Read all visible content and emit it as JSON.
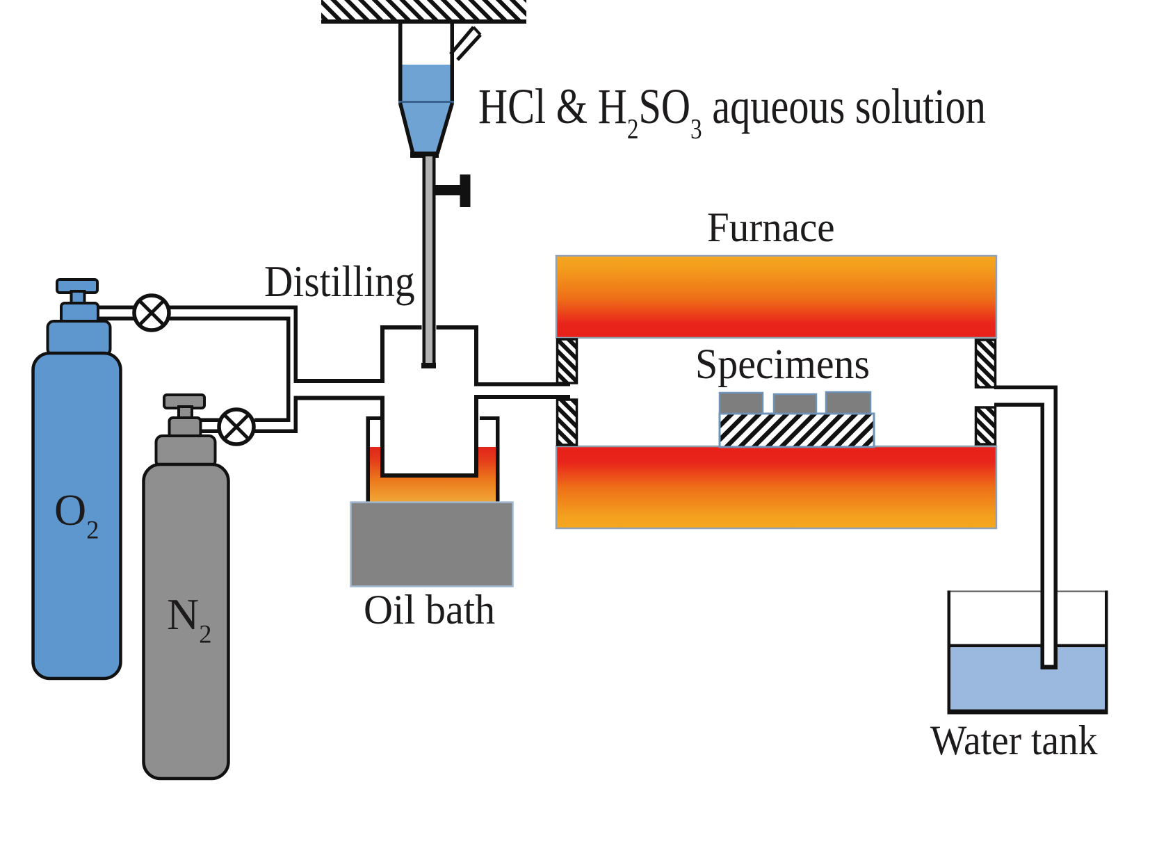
{
  "labels": {
    "solution": {
      "part1": "HCl & H",
      "sub1": "2",
      "part2": "SO",
      "sub2": "3",
      "part3": " aqueous solution"
    },
    "distilling": "Distilling",
    "furnace": "Furnace",
    "specimens": "Specimens",
    "oil_bath": "Oil bath",
    "water_tank": "Water tank",
    "o2": {
      "base": "O",
      "sub": "2"
    },
    "n2": {
      "base": "N",
      "sub": "2"
    }
  },
  "colors": {
    "blue": "#5E97CD",
    "liquid": "#6FA3D4",
    "liquidline": "#39628f",
    "water": "#9BB8DF",
    "gray": "#8F8F8F",
    "specimen": "#7E7E7E",
    "plate": "#838383",
    "amber": "#F5A71F",
    "orange": "#EE6F18",
    "red": "#E8201A",
    "oilred": "#E2241B",
    "oilamber": "#F1A838",
    "frame": "#8FA3B5",
    "trayframe": "#6f93b8",
    "black": "#111111"
  }
}
